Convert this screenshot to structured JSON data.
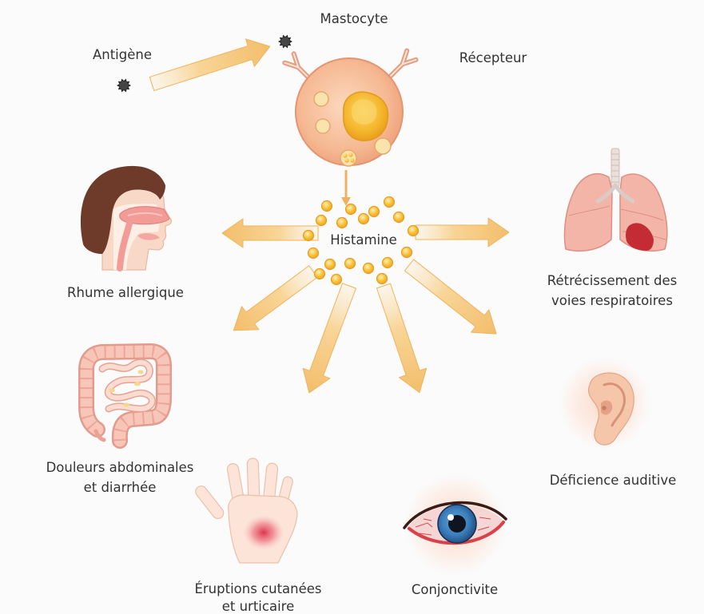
{
  "diagram": {
    "mast_cell_label": "Mastocyte",
    "antigen_label": "Antigène",
    "receptor_label": "Récepteur",
    "histamine_label": "Histamine"
  },
  "effects": {
    "allergic_rhinitis": {
      "lines": [
        "Rhume allergique"
      ],
      "icon": "head-nasal-cavity-icon"
    },
    "airway_narrowing": {
      "lines": [
        "Rétrécissement des",
        "voies respiratoires"
      ],
      "icon": "lungs-icon"
    },
    "abdominal_pain": {
      "lines": [
        "Douleurs abdominales",
        "et diarrhée"
      ],
      "icon": "intestines-icon"
    },
    "hearing_loss": {
      "lines": [
        "Déficience auditive"
      ],
      "icon": "ear-icon"
    },
    "skin_rash": {
      "lines": [
        "Éruptions cutanées",
        "et urticaire"
      ],
      "icon": "hand-rash-icon"
    },
    "conjunctivitis": {
      "lines": [
        "Conjonctivite"
      ],
      "icon": "red-eye-icon"
    }
  },
  "icons": {
    "antigen": "antigen-virus-icon",
    "receptor": "receptor-icon",
    "mast_cell": "mast-cell-icon",
    "histamine": "histamine-granule-icon"
  },
  "colors": {
    "background": "#fbfbfc",
    "text": "#333333",
    "arrow": "#f3be6b",
    "mast_cell": "#f5b892",
    "nucleus": "#f4b52a",
    "histamine_granule": "#f7bd35",
    "antigen": "#2a2a2a"
  }
}
